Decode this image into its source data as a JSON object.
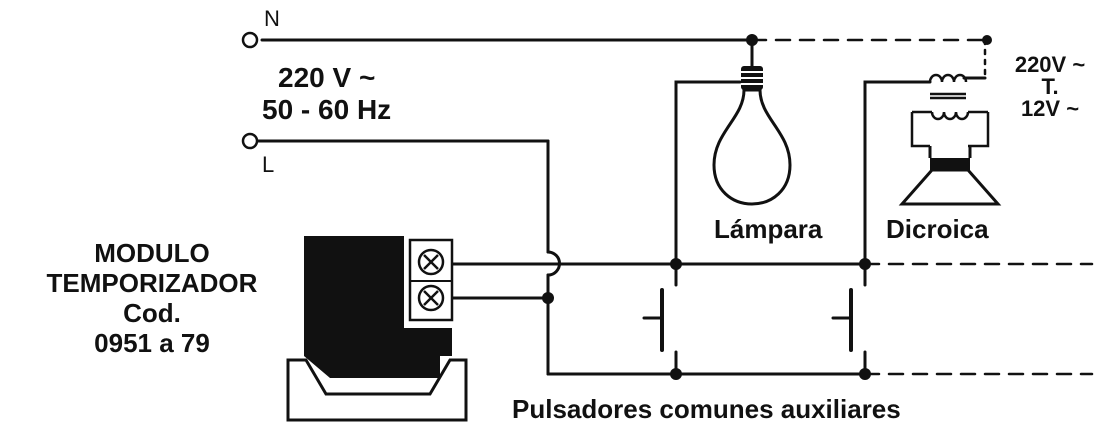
{
  "supply": {
    "neutral_label": "N",
    "line_label": "L",
    "voltage": "220 V ~",
    "frequency": "50 - 60 Hz"
  },
  "module": {
    "line1": "MODULO",
    "line2": "TEMPORIZADOR",
    "line3": "Cod.",
    "line4": "0951 a 79"
  },
  "loads": {
    "lamp_label": "Lámpara",
    "dichroic_label": "Dicroica"
  },
  "transformer": {
    "line1": "220V ~",
    "line2": "T.",
    "line3": "12V ~"
  },
  "pushbuttons_label": "Pulsadores comunes auxiliares",
  "colors": {
    "ink": "#111111",
    "background": "#ffffff"
  }
}
